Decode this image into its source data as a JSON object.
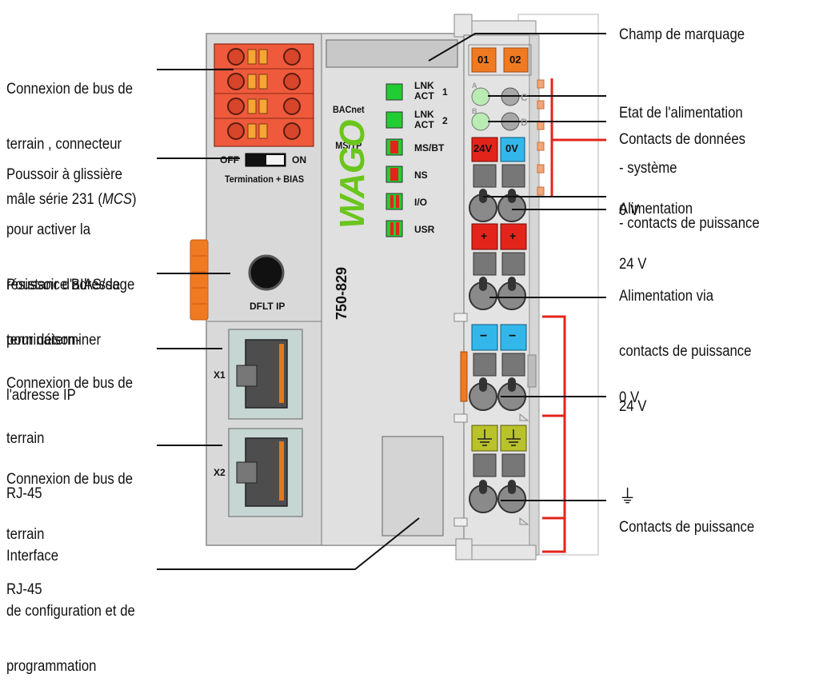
{
  "left_labels": {
    "fieldbus_mcs": [
      "Connexion de bus de",
      "terrain , connecteur",
      "mâle série 231 (",
      "MCS",
      ")"
    ],
    "bias_switch": [
      "Poussoir à glissière",
      "pour activer la",
      "résistance BIAS/de",
      "terminaison-"
    ],
    "address_button": [
      "Poussoir d'adressage",
      "pour déterminer",
      "l'adresse IP"
    ],
    "rj45_1": [
      "Connexion de bus de",
      "terrain",
      "RJ-45"
    ],
    "rj45_2": [
      "Connexion de bus de",
      "terrain",
      "RJ-45"
    ],
    "config_interface": [
      "Interface",
      "de configuration et de",
      "programmation"
    ]
  },
  "right_labels": {
    "marking": "Champ de marquage",
    "power_status": [
      "Etat de l'alimentation",
      "- système",
      "- contacts de puissance"
    ],
    "data_contacts": "Contacts de données",
    "supply_24v": [
      "Alimentation",
      "24 V"
    ],
    "supply_0v": "0 V",
    "power_jumper_24v": [
      "Alimentation via",
      "contacts de puissance",
      "24 V"
    ],
    "power_jumper_0v": "0 V",
    "ground_symbol": "⏚",
    "power_contacts": "Contacts de puissance"
  },
  "device": {
    "switch_off": "OFF",
    "switch_on": "ON",
    "termination": "Termination + BIAS",
    "button_label": "DFLT IP",
    "port_x1": "X1",
    "port_x2": "X2",
    "protocol": [
      "BACnet",
      "MS/TP"
    ],
    "model": "750-829",
    "brand": "WAGO",
    "led_lnk1": [
      "LNK",
      "ACT"
    ],
    "led_lnk1_num": "1",
    "led_lnk2": [
      "LNK",
      "ACT"
    ],
    "led_lnk2_num": "2",
    "led_msbt": "MS/BT",
    "led_ns": "NS",
    "led_io": "I/O",
    "led_usr": "USR",
    "marker_01": "01",
    "marker_02": "02",
    "letter_a": "A",
    "letter_b": "B",
    "letter_c": "C",
    "letter_d": "D",
    "badge_24v": "24V",
    "badge_0v": "0V",
    "plus_1": "+",
    "plus_2": "+",
    "minus_1": "−",
    "minus_2": "−"
  },
  "colors": {
    "housing": "#d8d8d8",
    "housing_dark": "#c4c4c4",
    "orange": "#f06a2a",
    "led_green": "#22cc33",
    "red": "#e3241b",
    "blue": "#33b7ea",
    "olive": "#b9c22a",
    "wago_green": "#6ac51c"
  }
}
